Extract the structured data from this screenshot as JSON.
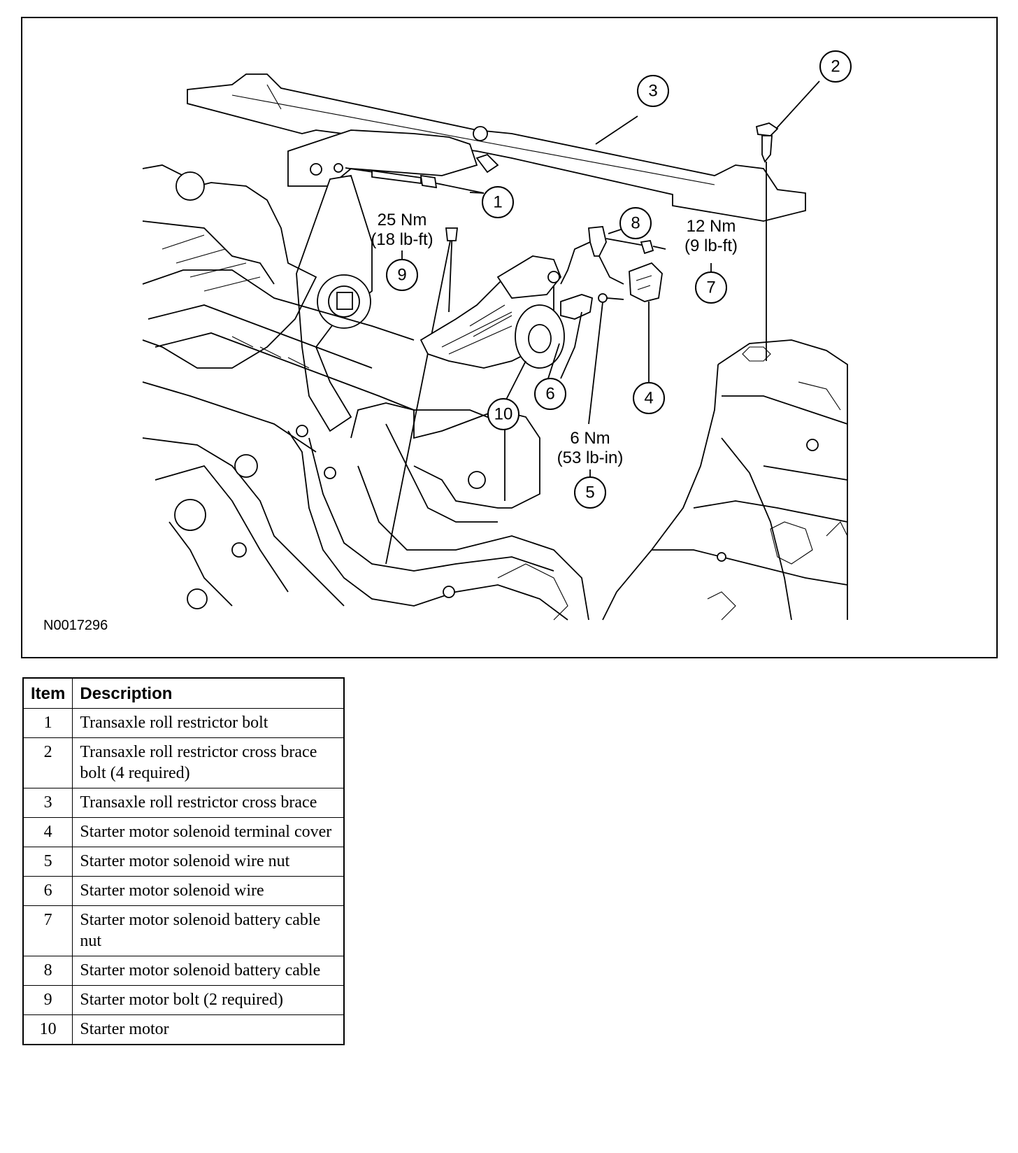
{
  "figure": {
    "id": "N0017296",
    "callouts": [
      {
        "id": "1",
        "label": "1"
      },
      {
        "id": "2",
        "label": "2"
      },
      {
        "id": "3",
        "label": "3"
      },
      {
        "id": "4",
        "label": "4"
      },
      {
        "id": "5",
        "label": "5"
      },
      {
        "id": "6",
        "label": "6"
      },
      {
        "id": "7",
        "label": "7"
      },
      {
        "id": "8",
        "label": "8"
      },
      {
        "id": "9",
        "label": "9"
      },
      {
        "id": "10",
        "label": "10"
      }
    ],
    "torque_specs": {
      "item9": {
        "nm": "25 Nm",
        "imperial": "(18 lb-ft)"
      },
      "item7": {
        "nm": "12 Nm",
        "imperial": "(9 lb-ft)"
      },
      "item5": {
        "nm": "6 Nm",
        "imperial": "(53 lb-in)"
      }
    }
  },
  "legend": {
    "headers": {
      "item": "Item",
      "description": "Description"
    },
    "rows": [
      {
        "item": "1",
        "description": "Transaxle roll restrictor bolt"
      },
      {
        "item": "2",
        "description": "Transaxle roll restrictor cross brace bolt (4 required)"
      },
      {
        "item": "3",
        "description": "Transaxle roll restrictor cross brace"
      },
      {
        "item": "4",
        "description": "Starter motor solenoid terminal cover"
      },
      {
        "item": "5",
        "description": "Starter motor solenoid wire nut"
      },
      {
        "item": "6",
        "description": "Starter motor solenoid wire"
      },
      {
        "item": "7",
        "description": "Starter motor solenoid battery cable nut"
      },
      {
        "item": "8",
        "description": "Starter motor solenoid battery cable"
      },
      {
        "item": "9",
        "description": "Starter motor bolt (2 required)"
      },
      {
        "item": "10",
        "description": "Starter motor"
      }
    ]
  }
}
